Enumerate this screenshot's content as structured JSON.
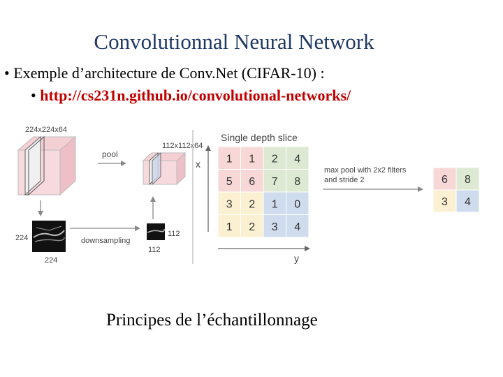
{
  "slide": {
    "title": "Convolutionnal Neural Network",
    "bullet1": "Exemple d’architecture de Conv.Net  (CIFAR-10) :",
    "bullet2": "http://cs231n.github.io/convolutional-networks/",
    "caption": "Principes de l’échantillonnage"
  },
  "figure": {
    "input_volume_label": "224x224x64",
    "pool_label": "pool",
    "output_volume_label": "112x112x64",
    "downsampling_label": "downsampling",
    "input_size_left": "224",
    "input_size_bottom": "224",
    "output_size_right": "112",
    "output_size_bottom": "112",
    "slice_title": "Single depth slice",
    "x_axis_label": "x",
    "y_axis_label": "y",
    "grid": [
      [
        1,
        1,
        2,
        4
      ],
      [
        5,
        6,
        7,
        8
      ],
      [
        3,
        2,
        1,
        0
      ],
      [
        1,
        2,
        3,
        4
      ]
    ],
    "grid_colors": {
      "top_left": "#f8d7d7",
      "top_right": "#dde9d2",
      "bottom_left": "#fbf0d2",
      "bottom_right": "#cfdcee"
    },
    "maxpool_line1": "max pool with 2x2 filters",
    "maxpool_line2": "and stride 2",
    "result": [
      [
        6,
        8
      ],
      [
        3,
        4
      ]
    ]
  }
}
